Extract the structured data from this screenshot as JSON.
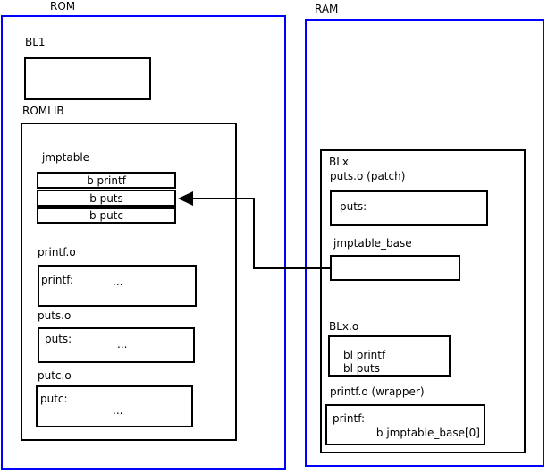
{
  "rom": {
    "label": "ROM",
    "bl1": {
      "label": "BL1"
    },
    "romlib": {
      "label": "ROMLIB",
      "jmptable": {
        "label": "jmptable",
        "rows": [
          "b printf",
          "b puts",
          "b putc"
        ]
      },
      "sections": [
        {
          "label": "printf.o",
          "symbol": "printf:",
          "ellipsis": "..."
        },
        {
          "label": "puts.o",
          "symbol": "puts:",
          "ellipsis": "..."
        },
        {
          "label": "putc.o",
          "symbol": "putc:",
          "ellipsis": "..."
        }
      ]
    }
  },
  "ram": {
    "label": "RAM",
    "blx": {
      "label": "BLx",
      "puts_patch": {
        "label": "puts.o (patch)",
        "symbol": "puts:"
      },
      "jmptable_base": {
        "label": "jmptable_base"
      },
      "blx_o": {
        "label": "BLx.o",
        "lines": [
          "bl printf",
          "bl puts"
        ]
      },
      "printf_wrapper": {
        "label": "printf.o (wrapper)",
        "symbol": "printf:",
        "branch": "b jmptable_base[0]"
      }
    }
  },
  "colors": {
    "container_border": "#0000ff",
    "box_border": "#000000",
    "background": "#ffffff",
    "text": "#000000"
  }
}
